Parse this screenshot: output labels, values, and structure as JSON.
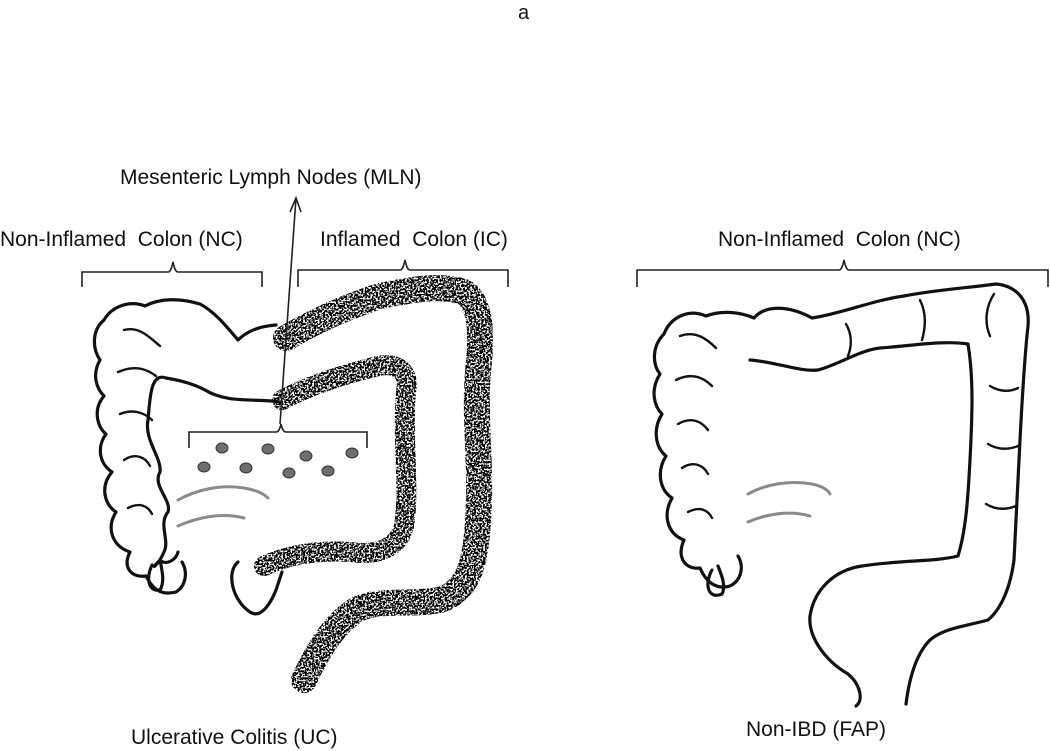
{
  "panel_letter": "a",
  "left_panel": {
    "mln_label": "Mesenteric Lymph Nodes (MLN)",
    "non_inflamed_label": "Non-Inflamed  Colon (NC)",
    "inflamed_label": "Inflamed  Colon (IC)",
    "caption": "Ulcerative Colitis (UC)"
  },
  "right_panel": {
    "non_inflamed_label": "Non-Inflamed  Colon (NC)",
    "caption": "Non-IBD (FAP)"
  },
  "colors": {
    "outline": "#111111",
    "vessel": "#8a8a8a",
    "node": "#6e6e6e"
  }
}
